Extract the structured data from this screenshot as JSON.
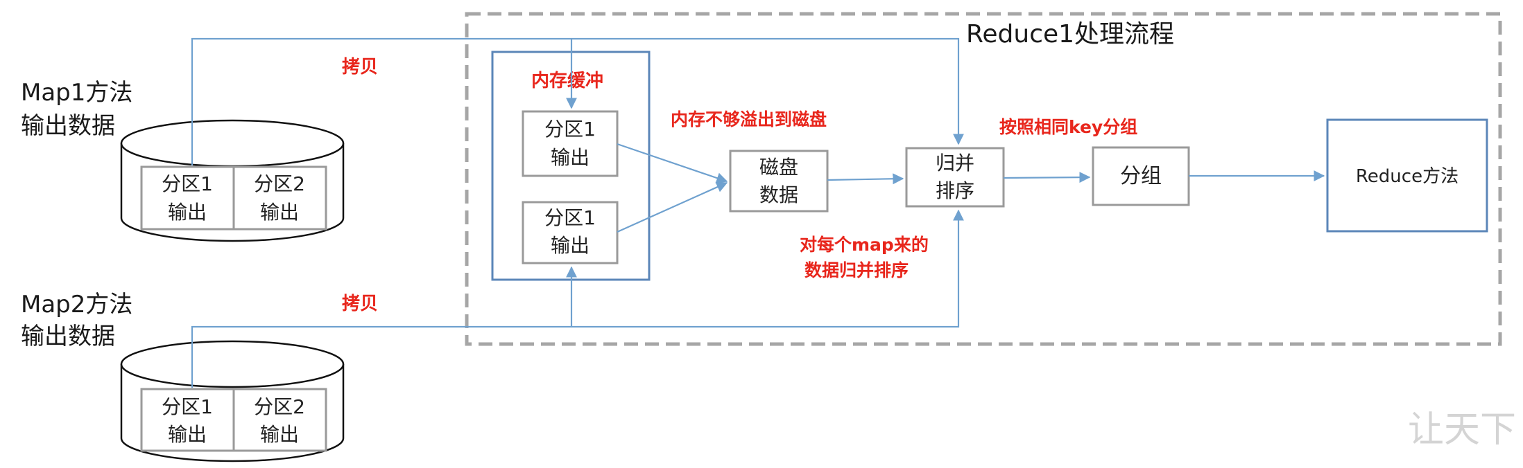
{
  "reduce_region": {
    "title": "Reduce1处理流程"
  },
  "map1": {
    "label_line1": "Map1方法",
    "label_line2": "输出数据",
    "partition1_line1": "分区1",
    "partition1_line2": "输出",
    "partition2_line1": "分区2",
    "partition2_line2": "输出"
  },
  "map2": {
    "label_line1": "Map2方法",
    "label_line2": "输出数据",
    "partition1_line1": "分区1",
    "partition1_line2": "输出",
    "partition2_line1": "分区2",
    "partition2_line2": "输出"
  },
  "memory_buffer": {
    "title": "内存缓冲",
    "slot_top_line1": "分区1",
    "slot_top_line2": "输出",
    "slot_bottom_line1": "分区1",
    "slot_bottom_line2": "输出"
  },
  "disk": {
    "line1": "磁盘",
    "line2": "数据"
  },
  "merge_sort": {
    "line1": "归并",
    "line2": "排序"
  },
  "grouping": {
    "label": "分组"
  },
  "reduce_method": {
    "label": "Reduce方法"
  },
  "annotations": {
    "copy_map1": "拷贝",
    "copy_map2": "拷贝",
    "spill": "内存不够溢出到磁盘",
    "group_by_key": "按照相同key分组",
    "merge_note_line1": "对每个map来的",
    "merge_note_line2": "数据归并排序"
  },
  "watermark": "让天下",
  "colors": {
    "connector": "#6fa1cf",
    "annotation_red": "#e8261c",
    "region_border": "#a6a6a6",
    "buffer_border": "#5b86b8"
  }
}
